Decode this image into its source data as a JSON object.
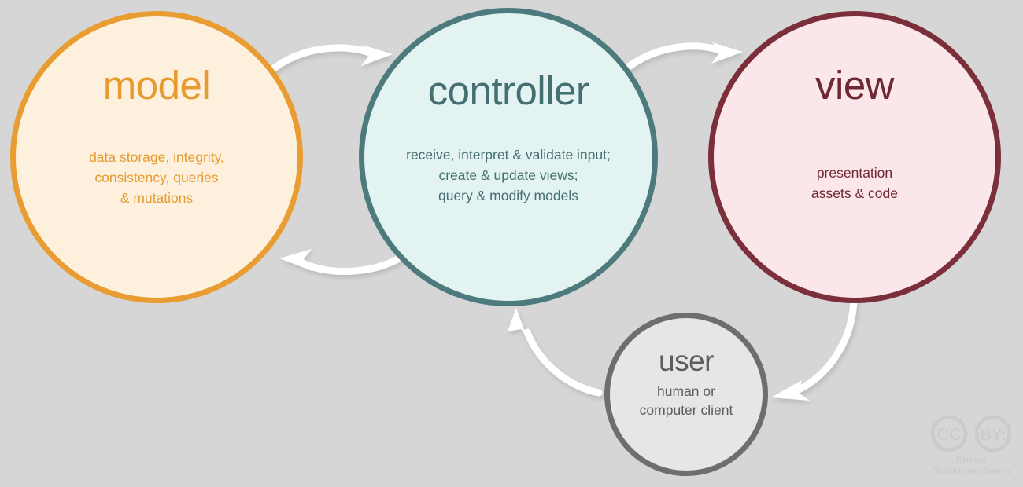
{
  "diagram": {
    "title": "MVC architecture diagram",
    "background_color": "#d6d6d6",
    "arrow_color": "#ffffff",
    "nodes": [
      {
        "id": "model",
        "title": "model",
        "desc_lines": [
          "data storage, integrity,",
          "consistency, queries",
          "& mutations"
        ],
        "fill": "#fdf0dc",
        "stroke": "#e89c31",
        "text_color": "#e79a2f"
      },
      {
        "id": "controller",
        "title": "controller",
        "desc_lines": [
          "receive, interpret & validate input;",
          "create & update views;",
          "query & modify models"
        ],
        "fill": "#e3f3f1",
        "stroke": "#4d7b7d",
        "text_color": "#456f72"
      },
      {
        "id": "view",
        "title": "view",
        "desc_lines": [
          "presentation",
          "assets & code"
        ],
        "fill": "#fbe7ea",
        "stroke": "#7b2f3b",
        "text_color": "#6e2832"
      },
      {
        "id": "user",
        "title": "user",
        "desc_lines": [
          "human or",
          "computer client"
        ],
        "fill": "#e6e6e6",
        "stroke": "#6e6e6e",
        "text_color": "#5d5d5d"
      }
    ],
    "arrows": [
      {
        "id": "model-to-controller",
        "from": "model",
        "to": "controller"
      },
      {
        "id": "controller-to-model",
        "from": "controller",
        "to": "model"
      },
      {
        "id": "controller-to-view",
        "from": "controller",
        "to": "view"
      },
      {
        "id": "view-to-user",
        "from": "view",
        "to": "user"
      },
      {
        "id": "user-to-controller",
        "from": "user",
        "to": "controller"
      }
    ]
  },
  "license": {
    "cc_label": "CC",
    "by_label": "BY:",
    "credit_line_1": "Shane",
    "credit_line_2": "Brinkman-Davis",
    "color": "#cbcbcb"
  }
}
